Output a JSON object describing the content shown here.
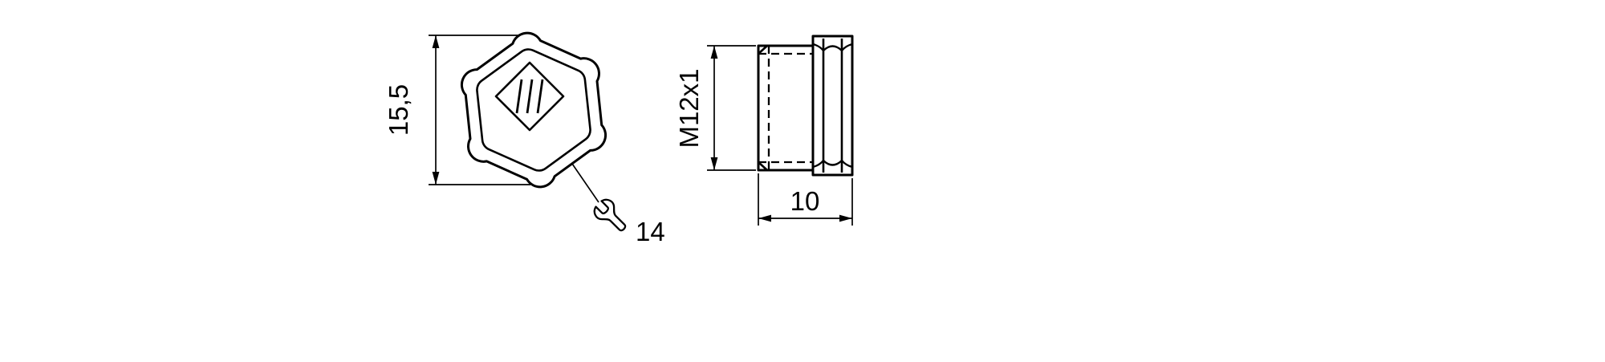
{
  "drawing": {
    "background": "#ffffff",
    "line_color": "#000000",
    "labels": {
      "height": "15,5",
      "thread": "M12x1",
      "length": "10",
      "wrench": "14"
    }
  }
}
